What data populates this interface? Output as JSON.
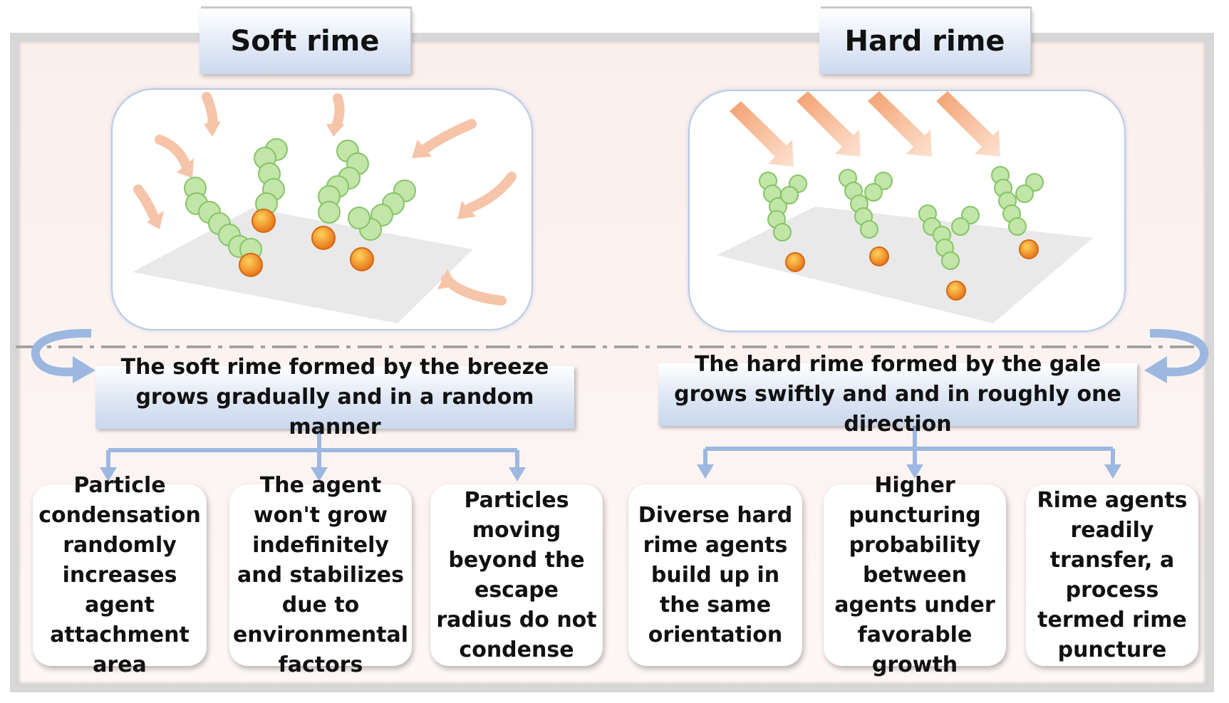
{
  "soft": {
    "title": "Soft rime",
    "description": "The soft rime formed by the breeze grows gradually and in a random manner",
    "cards": [
      "Particle condensation randomly increases agent attachment area",
      "The agent won't grow indefinitely and stabilizes due to environmental factors",
      "Particles moving beyond the escape radius do not condense"
    ]
  },
  "hard": {
    "title": "Hard rime",
    "description": "The hard rime formed by the gale grows swiftly and and in roughly one direction",
    "cards": [
      "Diverse hard rime agents build up in the same orientation",
      "Higher puncturing probability between agents under favorable growth",
      "Rime agents readily transfer, a process termed rime puncture"
    ]
  },
  "colors": {
    "particle_green": "#bfe3a4",
    "particle_green_edge": "#7fbf5e",
    "seed_orange": "#f08a1c",
    "wind_arrow": "#f6c1a3",
    "connector_blue": "#9db8e0"
  }
}
